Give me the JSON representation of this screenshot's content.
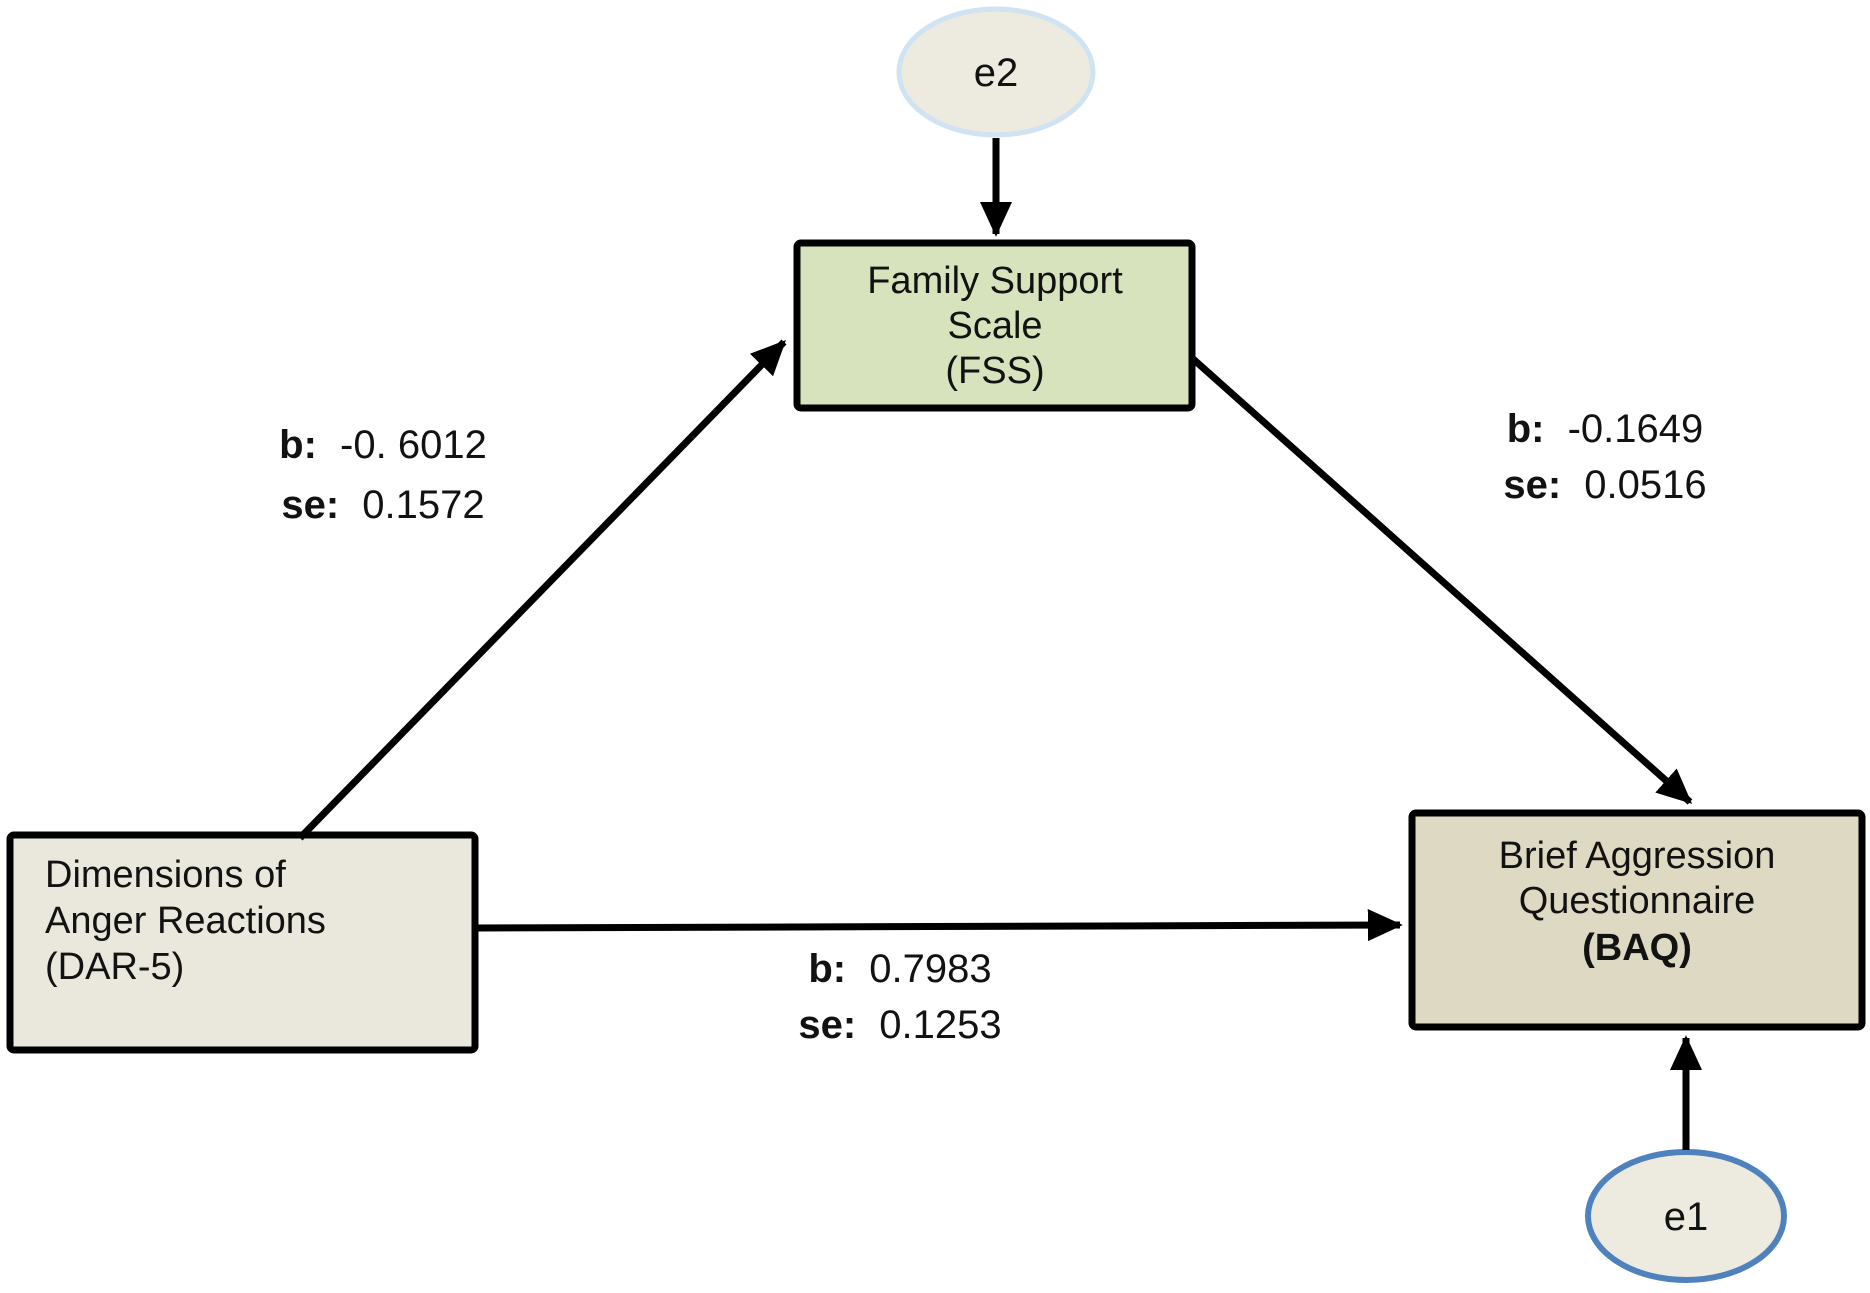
{
  "diagram": {
    "title": "Mediation path model: DAR-5, FSS, BAQ",
    "background_color": "#ffffff",
    "nodes": {
      "e2": {
        "label": "e2",
        "shape": "ellipse",
        "fill": "#edeadf",
        "border_color": "#cfe3f2"
      },
      "e1": {
        "label": "e1",
        "shape": "ellipse",
        "fill": "#edeadf",
        "border_color": "#4f81bd"
      },
      "fss": {
        "line1": "Family Support",
        "line2": "Scale",
        "line3": "(FSS)",
        "shape": "rect",
        "fill": "#d6e3bc",
        "border_color": "#000000"
      },
      "dar": {
        "line1": "Dimensions of",
        "line2": "Anger Reactions",
        "line3": "(DAR-5)",
        "shape": "rect",
        "fill": "#eae8dc",
        "border_color": "#000000"
      },
      "baq": {
        "line1": "Brief Aggression",
        "line2": "Questionnaire",
        "line3": "(BAQ)",
        "shape": "rect",
        "fill": "#ded9c3",
        "border_color": "#000000"
      }
    },
    "edges": {
      "dar_to_fss": {
        "from": "dar",
        "to": "fss",
        "b_key": "b:",
        "b_value": "-0. 6012",
        "se_key": "se:",
        "se_value": "0.1572"
      },
      "fss_to_baq": {
        "from": "fss",
        "to": "baq",
        "b_key": "b:",
        "b_value": "-0.1649",
        "se_key": "se:",
        "se_value": "0.0516"
      },
      "dar_to_baq": {
        "from": "dar",
        "to": "baq",
        "b_key": "b:",
        "b_value": "0.7983",
        "se_key": "se:",
        "se_value": "0.1253"
      },
      "e2_to_fss": {
        "from": "e2",
        "to": "fss"
      },
      "e1_to_baq": {
        "from": "e1",
        "to": "baq"
      }
    }
  }
}
